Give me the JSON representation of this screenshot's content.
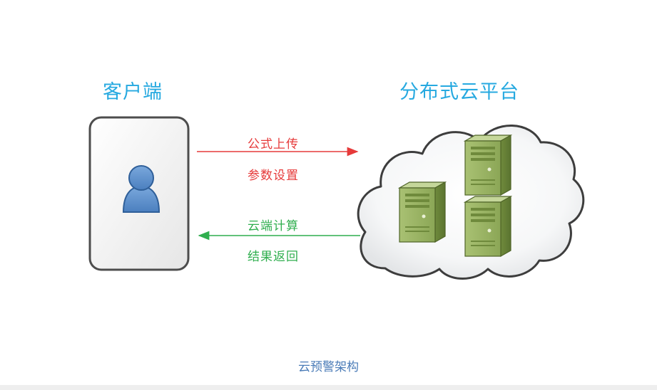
{
  "headings": {
    "client": "客户端",
    "cloud": "分布式云平台"
  },
  "flows": {
    "request_line1": "公式上传",
    "request_line2": "参数设置",
    "response_line1": "云端计算",
    "response_line2": "结果返回"
  },
  "caption": "云预警架构",
  "colors": {
    "heading": "#26a9e0",
    "request_arrow": "#e63a3a",
    "response_arrow": "#2fae4e",
    "caption": "#4a7bb7",
    "server": "#9cb567",
    "user": "#5a8ec9"
  },
  "icons": {
    "client_device": "phone-frame-icon",
    "user": "user-icon",
    "cloud": "cloud-icon",
    "server": "server-icon"
  }
}
